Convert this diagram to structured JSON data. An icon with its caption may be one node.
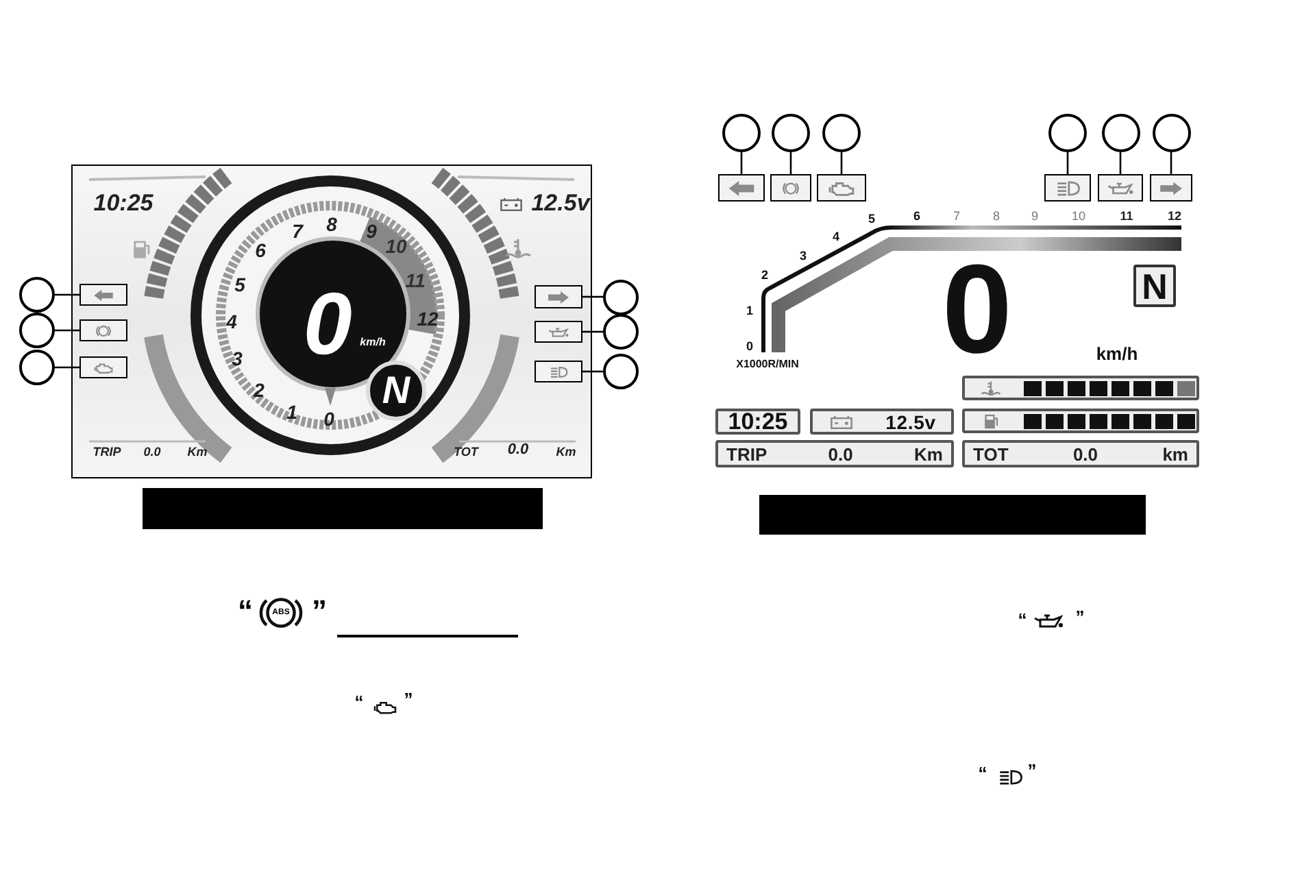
{
  "diagram": {
    "nodes": [
      {
        "text": [],
        "shape": "circle"
      },
      {
        "text": [],
        "shape": "circle"
      },
      {
        "text": [],
        "shape": "circle"
      },
      {
        "text": [],
        "shape": "box"
      },
      {
        "text": [],
        "shape": "box"
      },
      {
        "text": [],
        "shape": "box"
      },
      {
        "text": [
          "N"
        ]
      },
      {
        "text": [],
        "shape": "box"
      },
      {
        "text": [],
        "shape": "box"
      },
      {
        "text": [],
        "shape": "box"
      },
      {
        "text": [],
        "shape": "circle"
      },
      {
        "text": [],
        "shape": "circle"
      },
      {
        "text": [],
        "shape": "circle"
      },
      {
        "text": [],
        "shape": "circle"
      },
      {
        "text": [],
        "shape": "circle"
      },
      {
        "text": [],
        "shape": "circle"
      },
      {
        "text": [],
        "shape": "circle"
      },
      {
        "text": [],
        "shape": "circle"
      },
      {
        "text": [],
        "shape": "circle"
      },
      {
        "text": [],
        "shape": "box"
      },
      {
        "text": [],
        "shape": "box"
      },
      {
        "text": [],
        "shape": "box"
      },
      {
        "text": [],
        "shape": "box"
      },
      {
        "text": [],
        "shape": "box"
      },
      {
        "text": [],
        "shape": "box"
      },
      {
        "text": [
          "N"
        ]
      },
      {
        "text": [
          "10:25"
        ]
      },
      {
        "text": [
          "12.5v"
        ]
      },
      {
        "text": [
          "TRIP",
          "0.0",
          "Km"
        ]
      },
      {
        "text": [
          "TOT",
          "0.0",
          "km"
        ]
      },
      {
        "text": [],
        "shape": "box"
      },
      {
        "text": [],
        "shape": "box"
      },
      {
        "text": [],
        "shape": "bar"
      },
      {
        "text": [],
        "shape": "bar"
      }
    ],
    "edges": [
      {
        "from": 0,
        "to": 3,
        "arrow": "none"
      },
      {
        "from": 1,
        "to": 4,
        "arrow": "none"
      },
      {
        "from": 2,
        "to": 5,
        "arrow": "none"
      },
      {
        "from": 10,
        "to": 7,
        "arrow": "none"
      },
      {
        "from": 11,
        "to": 8,
        "arrow": "none"
      },
      {
        "from": 12,
        "to": 9,
        "arrow": "none"
      },
      {
        "from": 13,
        "to": 19,
        "arrow": "none"
      },
      {
        "from": 14,
        "to": 20,
        "arrow": "none"
      },
      {
        "from": 15,
        "to": 21,
        "arrow": "none"
      },
      {
        "from": 16,
        "to": 22,
        "arrow": "none"
      },
      {
        "from": 17,
        "to": 23,
        "arrow": "none"
      },
      {
        "from": 18,
        "to": 24,
        "arrow": "none"
      }
    ],
    "labels": [
      "10:25",
      "12.5v",
      "0",
      "1",
      "2",
      "3",
      "4",
      "5",
      "6",
      "7",
      "8",
      "9",
      "10",
      "11",
      "12",
      "0",
      "km/h",
      "TRIP",
      "0.0",
      "Km",
      "TOT",
      "0.0",
      "Km",
      "0",
      "1",
      "2",
      "3",
      "4",
      "5",
      "6",
      "7",
      "8",
      "9",
      "10",
      "11",
      "12",
      "X1000R/MIN",
      "0",
      "km/h",
      "“",
      "ABS",
      "”",
      "“",
      "”",
      "“",
      "”",
      "“",
      "”"
    ]
  }
}
